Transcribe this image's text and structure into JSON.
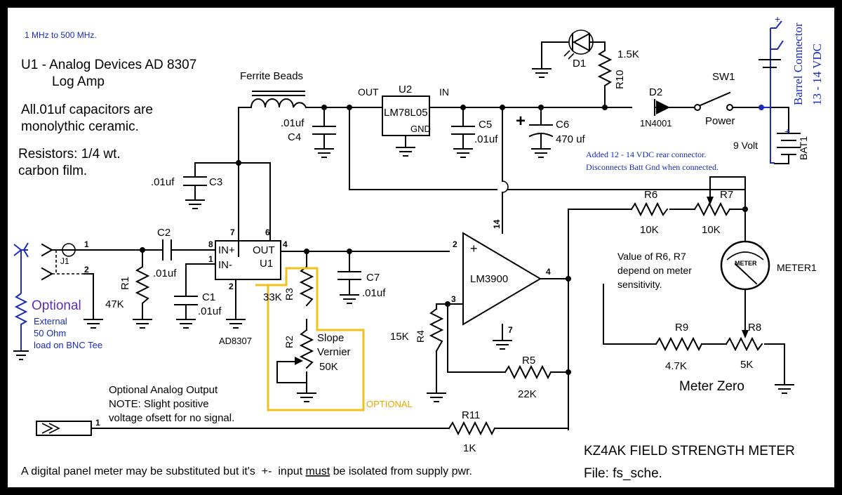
{
  "colors": {
    "blue": "#1a2bbd",
    "purple": "#5b2db5",
    "yellow": "#f2c21b",
    "optional_text": "#e6a800"
  },
  "notes": {
    "freq": "1 MHz to 500 MHz.",
    "u1_line1": "U1 - Analog Devices AD 8307",
    "u1_line2": "Log Amp",
    "caps_line1": "All.01uf capacitors are",
    "caps_line2": "monolythic ceramic.",
    "res_line1": "Resistors: 1/4 wt.",
    "res_line2": "carbon film.",
    "added_line1": "Added 12 - 14 VDC rear connector.",
    "added_line2": "Disconnects Batt Gnd when connected.",
    "meter_note1": "Value of R6, R7",
    "meter_note2": "depend on meter",
    "meter_note3": "sensitivity.",
    "analog1": "Optional Analog Output",
    "analog2": "NOTE: Slight positive",
    "analog3": "voltage ofsett for no signal.",
    "digital": "A digital panel meter may be substituted but it's  +-  input ",
    "digital_must": "must",
    "digital_end": " be isolated from supply pwr.",
    "title": "KZ4AK FIELD STRENGTH METER",
    "file": "File: fs_sche.",
    "optional": "Optional",
    "ext1": "External",
    "ext2": "50 Ohm",
    "ext3": "load on BNC Tee",
    "optional_box": "OPTIONAL"
  },
  "components": {
    "ferrite": "Ferrite Beads",
    "c4_val": ".01uf",
    "c4": "C4",
    "u2": "U2",
    "u2_part": "LM78L05",
    "u2_out": "OUT",
    "u2_in": "IN",
    "u2_gnd": "GND",
    "c5": "C5",
    "c5_val": ".01uf",
    "c6": "C6",
    "c6_val": "470 uf",
    "plus": "+",
    "d1": "D1",
    "r10": "R10",
    "r10_val": "1.5K",
    "d2": "D2",
    "d2_part": "1N4001",
    "sw1": "SW1",
    "power": "Power",
    "barrel": "Barrel Connector",
    "barrel_v": "13 - 14 VDC",
    "bat": "BAT1",
    "bat_v": "9 Volt",
    "c3_val": ".01uf",
    "c3": "C3",
    "c2": "C2",
    "c2_val": ".01uf",
    "r1": "R1",
    "r1_val": "47K",
    "c1": "C1",
    "c1_val": ".01uf",
    "u1": "U1",
    "u1_part": "AD8307",
    "u1_inp": "IN+",
    "u1_inm": "IN-",
    "u1_out": "OUT",
    "j1": "J1",
    "r3": "R3",
    "r3_val": "33K",
    "r2": "R2",
    "r2_name1": "Slope",
    "r2_name2": "Vernier",
    "r2_val": "50K",
    "c7": "C7",
    "c7_val": ".01uf",
    "lm": "LM3900",
    "r4": "R4",
    "r4_val": "15K",
    "r5": "R5",
    "r5_val": "22K",
    "r6": "R6",
    "r6_val": "10K",
    "r7": "R7",
    "r7_val": "10K",
    "meter": "METER1",
    "meter_face": "METER",
    "r9": "R9",
    "r9_val": "4.7K",
    "r8": "R8",
    "r8_val": "5K",
    "meter_zero": "Meter Zero",
    "r11": "R11",
    "r11_val": "1K"
  },
  "pins": {
    "p1": "1",
    "p2": "2",
    "p3": "3",
    "p4": "4",
    "p6": "6",
    "p7": "7",
    "p8": "8",
    "p14": "14"
  }
}
